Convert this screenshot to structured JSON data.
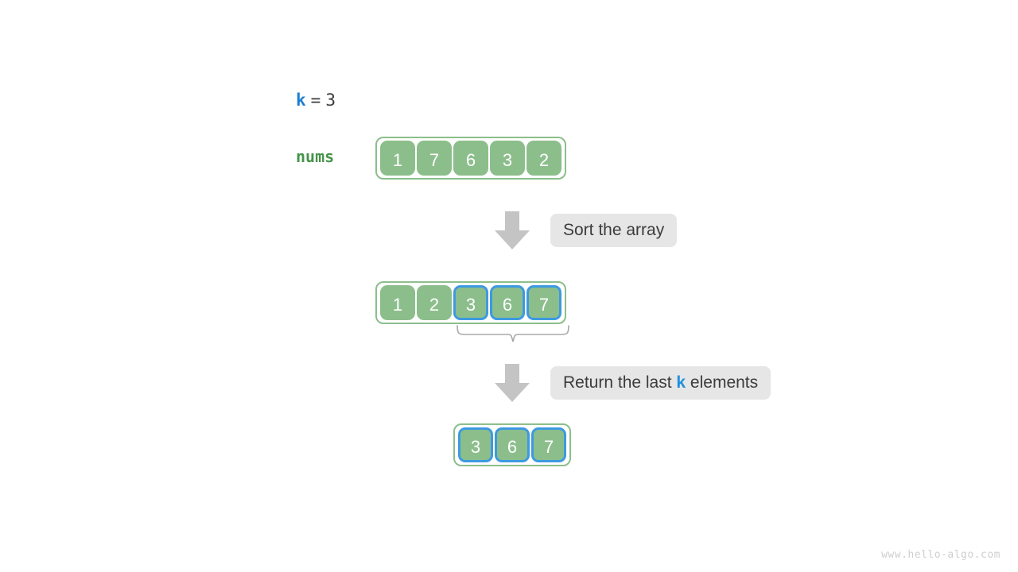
{
  "background": "#ffffff",
  "colors": {
    "cell_green": "#8cbe8c",
    "highlight_blue": "#3d9ae0",
    "chip_gray": "#e6e6e6",
    "arrow_gray": "#c4c4c4",
    "brace_gray": "#a8a8a8",
    "label_green": "#45944a",
    "text_dark": "#3c3c3c",
    "watermark_gray": "#cfcfcf"
  },
  "params": {
    "k_name": "k",
    "equals": "=",
    "k_value": "3"
  },
  "labels": {
    "nums": "nums"
  },
  "arrays": {
    "original": {
      "name": "nums",
      "values": [
        "1",
        "7",
        "6",
        "3",
        "2"
      ],
      "highlighted": [
        false,
        false,
        false,
        false,
        false
      ]
    },
    "sorted": {
      "values": [
        "1",
        "2",
        "3",
        "6",
        "7"
      ],
      "highlighted": [
        false,
        false,
        true,
        true,
        true
      ]
    },
    "result": {
      "values": [
        "3",
        "6",
        "7"
      ],
      "highlighted": [
        true,
        true,
        true
      ]
    }
  },
  "steps": [
    {
      "arrow": "down-arrow-icon",
      "label": "Sort the array"
    },
    {
      "arrow": "down-arrow-icon",
      "label_before": "Return the last ",
      "label_var": "k",
      "label_after": " elements"
    }
  ],
  "annotations": {
    "brace_label": ""
  },
  "watermark": "www.hello-algo.com"
}
